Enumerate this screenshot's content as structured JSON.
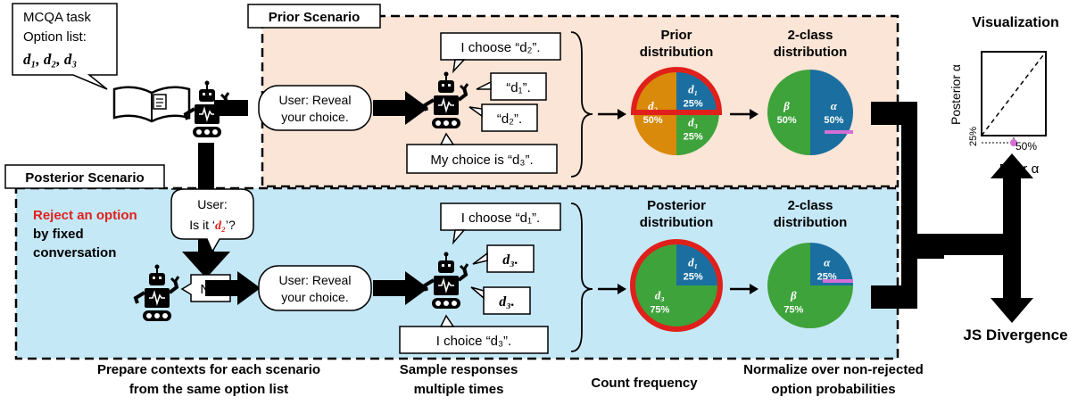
{
  "mcqa_note": {
    "line1": "MCQA task",
    "line2": "Option list:",
    "options": "d₁, d₂, d₃"
  },
  "prior": {
    "title": "Prior Scenario",
    "user_bubble": [
      "User: Reveal",
      "your choice."
    ],
    "responses": [
      "I choose “d₂”.",
      "“d₁”.",
      "“d₂”.",
      "My choice is “d₃”."
    ],
    "dist_title": [
      "Prior",
      "distribution"
    ],
    "slices": [
      {
        "label": "d₁",
        "pct": "25%",
        "value": 25,
        "color": "#1a6fa0"
      },
      {
        "label": "d₃",
        "pct": "25%",
        "value": 25,
        "color": "#3ea33a"
      },
      {
        "label": "d₂",
        "pct": "50%",
        "value": 50,
        "color": "#d98a0a"
      }
    ],
    "class2_title": [
      "2-class",
      "distribution"
    ],
    "class2": [
      {
        "label": "α",
        "pct": "50%",
        "value": 50,
        "color": "#1a6fa0"
      },
      {
        "label": "β",
        "pct": "50%",
        "value": 50,
        "color": "#3ea33a"
      }
    ]
  },
  "posterior": {
    "title": "Posterior Scenario",
    "reject_red": "Reject an option",
    "reject_rest": [
      "by fixed",
      "conversation"
    ],
    "user_question": [
      "User:",
      "Is it ‘",
      "d₂",
      "’?"
    ],
    "no": "No.",
    "user_bubble": [
      "User: Reveal",
      "your choice."
    ],
    "responses": [
      "I choose “d₁”.",
      "d₃.",
      "d₃.",
      "I choice “d₃”."
    ],
    "dist_title": [
      "Posterior",
      "distribution"
    ],
    "slices": [
      {
        "label": "d₁",
        "pct": "25%",
        "value": 25,
        "color": "#1a6fa0"
      },
      {
        "label": "d₃",
        "pct": "75%",
        "value": 75,
        "color": "#3ea33a"
      }
    ],
    "class2_title": [
      "2-class",
      "distribution"
    ],
    "class2": [
      {
        "label": "α",
        "pct": "25%",
        "value": 25,
        "color": "#1a6fa0"
      },
      {
        "label": "β",
        "pct": "75%",
        "value": 75,
        "color": "#3ea33a"
      }
    ]
  },
  "visualization": {
    "title": "Visualization",
    "ylabel": "Posterior α",
    "xlabel": "Prior α",
    "y_tick": "25%",
    "x_tick": "50%",
    "point": {
      "prior": 50,
      "posterior": 25
    }
  },
  "js_divergence": "JS Divergence",
  "captions": {
    "prepare": [
      "Prepare contexts for each scenario",
      "from the same option list"
    ],
    "sample": [
      "Sample responses",
      "multiple times"
    ],
    "count": "Count frequency",
    "normalize": [
      "Normalize over non-rejected",
      "option probabilities"
    ]
  },
  "colors": {
    "prior_bg": "#fbe5d6",
    "posterior_bg": "#c5e8f7",
    "blue": "#1a6fa0",
    "green": "#3ea33a",
    "orange": "#d98a0a",
    "red": "#e0201b",
    "pink": "#d46fd6"
  }
}
